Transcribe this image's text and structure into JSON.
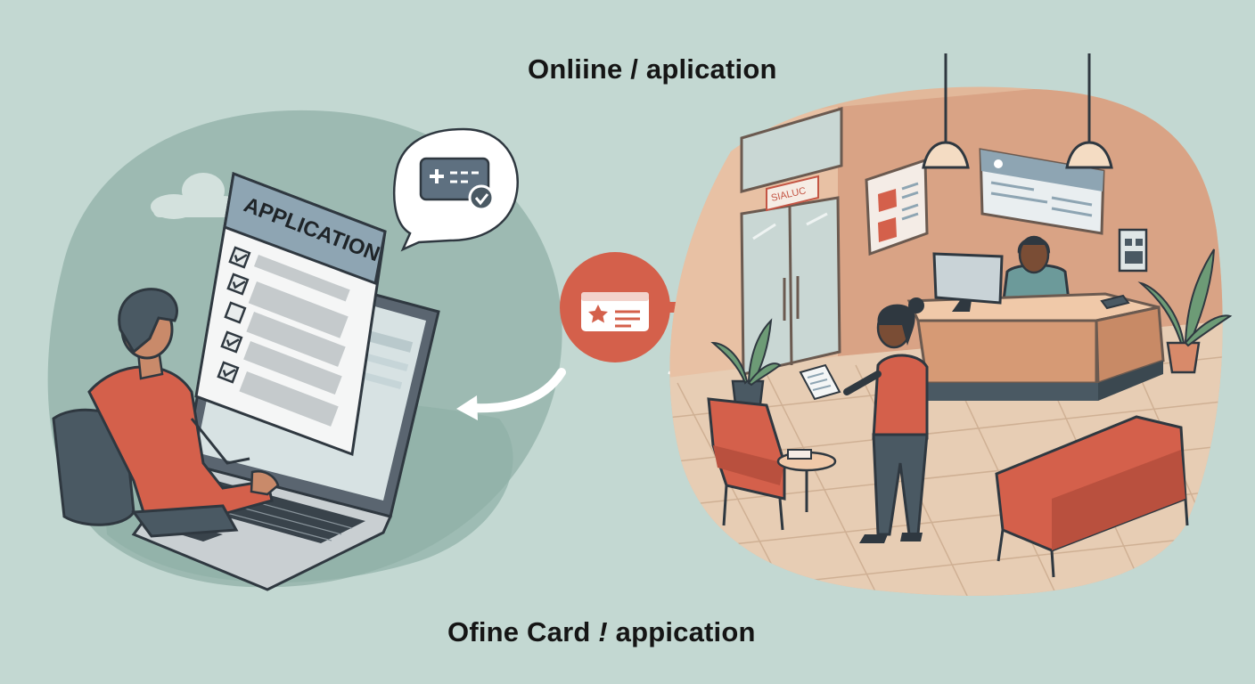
{
  "captions": {
    "top": "Onliine / aplication",
    "bottom_part1": "Ofine Card ",
    "bottom_mark": "!",
    "bottom_part2": " appication"
  },
  "online_scene": {
    "document_header": "APPLICATION",
    "checklist_checked": [
      true,
      true,
      false,
      true,
      true
    ]
  },
  "office_scene": {
    "door_sign": "SIALUC"
  },
  "colors": {
    "background": "#c3d8d2",
    "left_blob": "#9dbab2",
    "right_blob": "#e2b89a",
    "accent": "#d4604b",
    "dark": "#4a5963"
  }
}
